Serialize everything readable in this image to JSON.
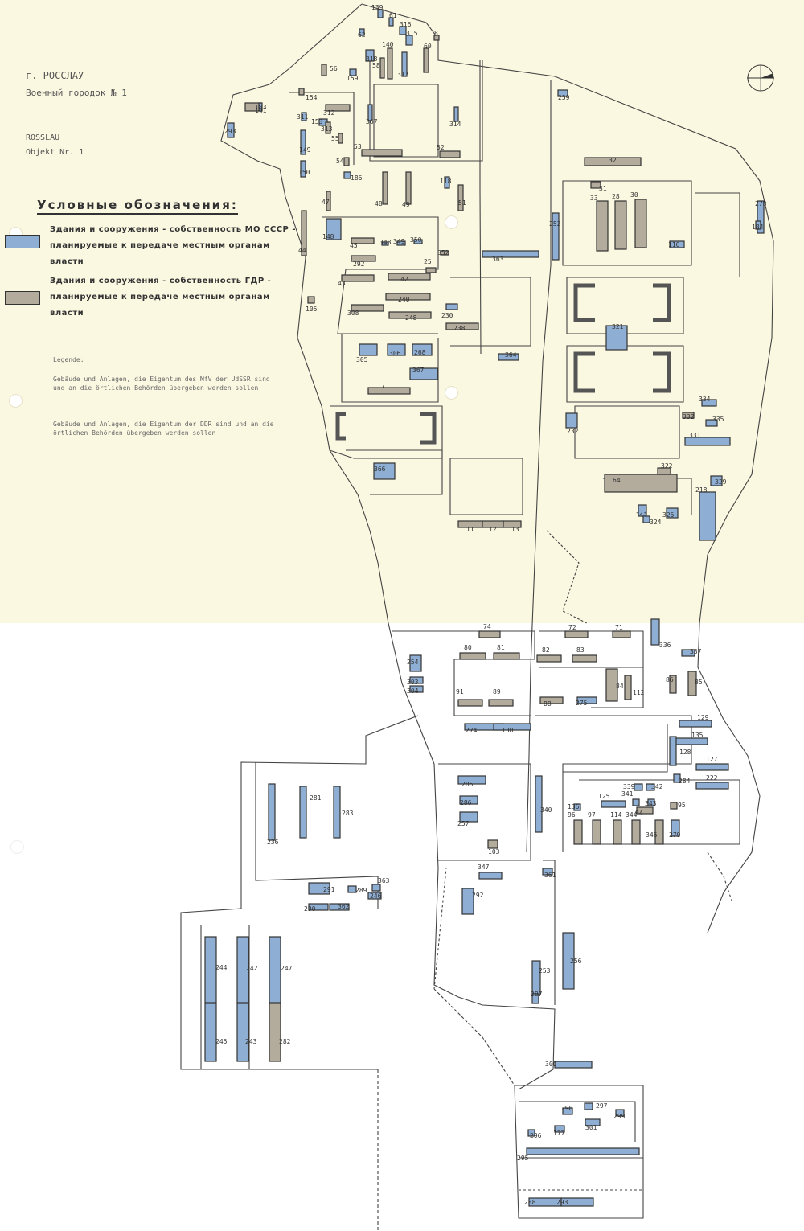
{
  "header": {
    "city_ru": "г. РОССЛАУ",
    "garrison_ru": "Военный городок № 1",
    "city_de": "ROSSLAU",
    "object_de": "Objekt Nr. 1"
  },
  "legend_ru": {
    "title": "Условные обозначения:",
    "items": [
      {
        "text": "Здания и сооружения - собственность МО СССР - планируемые к передаче местным органам власти",
        "color": "#8faed3"
      },
      {
        "text": "Здания и сооружения - собственность ГДР - планируемые к передаче местным органам власти",
        "color": "#b3ab9c"
      }
    ]
  },
  "legend_de": {
    "title": "Legende:",
    "items": [
      {
        "text": "Gebäude und Anlagen, die Eigentum des MfV der UdSSR sind und an die örtlichen Behörden übergeben werden sollen",
        "color": "#8faed3"
      },
      {
        "text": "Gebäude und Anlagen, die Eigentum der DDR sind und an die örtlichen Behörden übergeben werden sollen",
        "color": "#b3ab9c"
      }
    ]
  },
  "colors": {
    "paper_top": "#fbf8e1",
    "paper_bottom": "#ffffff",
    "soviet_blue": "#8faed3",
    "gdr_grey": "#b3ab9c",
    "ink": "#333333"
  },
  "buildings": [
    {
      "label": "139",
      "owner": "soviet"
    },
    {
      "label": "62",
      "owner": "soviet"
    },
    {
      "label": "61",
      "owner": "soviet"
    },
    {
      "label": "316",
      "owner": "soviet"
    },
    {
      "label": "315",
      "owner": "soviet"
    },
    {
      "label": "140",
      "owner": "gdr"
    },
    {
      "label": "60",
      "owner": "gdr"
    },
    {
      "label": "8",
      "owner": "gdr"
    },
    {
      "label": "318",
      "owner": "soviet"
    },
    {
      "label": "58",
      "owner": "gdr"
    },
    {
      "label": "56",
      "owner": "gdr"
    },
    {
      "label": "159",
      "owner": "soviet"
    },
    {
      "label": "317",
      "owner": "soviet"
    },
    {
      "label": "259",
      "owner": "soviet"
    },
    {
      "label": "141",
      "owner": "gdr"
    },
    {
      "label": "293",
      "owner": "soviet"
    },
    {
      "label": "183",
      "owner": "soviet"
    },
    {
      "label": "154",
      "owner": "gdr"
    },
    {
      "label": "311",
      "owner": "soviet"
    },
    {
      "label": "153",
      "owner": "soviet"
    },
    {
      "label": "312",
      "owner": "gdr"
    },
    {
      "label": "313",
      "owner": "gdr"
    },
    {
      "label": "55",
      "owner": "gdr"
    },
    {
      "label": "367",
      "owner": "soviet"
    },
    {
      "label": "314",
      "owner": "soviet"
    },
    {
      "label": "149",
      "owner": "soviet"
    },
    {
      "label": "150",
      "owner": "soviet"
    },
    {
      "label": "53",
      "owner": "gdr"
    },
    {
      "label": "54",
      "owner": "gdr"
    },
    {
      "label": "186",
      "owner": "soviet"
    },
    {
      "label": "118",
      "owner": "soviet"
    },
    {
      "label": "52",
      "owner": "gdr"
    },
    {
      "label": "51",
      "owner": "gdr"
    },
    {
      "label": "47",
      "owner": "gdr"
    },
    {
      "label": "48",
      "owner": "gdr"
    },
    {
      "label": "49",
      "owner": "gdr"
    },
    {
      "label": "32",
      "owner": "gdr"
    },
    {
      "label": "31",
      "owner": "gdr"
    },
    {
      "label": "278",
      "owner": "soviet"
    },
    {
      "label": "184",
      "owner": "soviet"
    },
    {
      "label": "148",
      "owner": "soviet"
    },
    {
      "label": "44",
      "owner": "gdr"
    },
    {
      "label": "45",
      "owner": "gdr"
    },
    {
      "label": "348",
      "owner": "soviet"
    },
    {
      "label": "349",
      "owner": "soviet"
    },
    {
      "label": "350",
      "owner": "soviet"
    },
    {
      "label": "292",
      "owner": "gdr"
    },
    {
      "label": "43",
      "owner": "gdr"
    },
    {
      "label": "42",
      "owner": "gdr"
    },
    {
      "label": "25",
      "owner": "gdr"
    },
    {
      "label": "352",
      "owner": "gdr"
    },
    {
      "label": "33",
      "owner": "gdr"
    },
    {
      "label": "28",
      "owner": "gdr"
    },
    {
      "label": "30",
      "owner": "gdr"
    },
    {
      "label": "116",
      "owner": "soviet"
    },
    {
      "label": "363",
      "owner": "soviet"
    },
    {
      "label": "252",
      "owner": "soviet"
    },
    {
      "label": "105",
      "owner": "gdr"
    },
    {
      "label": "308",
      "owner": "gdr"
    },
    {
      "label": "240",
      "owner": "gdr"
    },
    {
      "label": "248",
      "owner": "gdr"
    },
    {
      "label": "230",
      "owner": "soviet"
    },
    {
      "label": "238",
      "owner": "gdr"
    },
    {
      "label": "321",
      "owner": "soviet"
    },
    {
      "label": "305",
      "owner": "soviet"
    },
    {
      "label": "306",
      "owner": "soviet"
    },
    {
      "label": "268",
      "owner": "soviet"
    },
    {
      "label": "367",
      "owner": "soviet"
    },
    {
      "label": "364",
      "owner": "soviet"
    },
    {
      "label": "334",
      "owner": "soviet"
    },
    {
      "label": "332",
      "owner": "gdr"
    },
    {
      "label": "331",
      "owner": "soviet"
    },
    {
      "label": "335",
      "owner": "soviet"
    },
    {
      "label": "7",
      "owner": "gdr"
    },
    {
      "label": "232",
      "owner": "soviet"
    },
    {
      "label": "366",
      "owner": "soviet"
    },
    {
      "label": "64",
      "owner": "gdr"
    },
    {
      "label": "322",
      "owner": "gdr"
    },
    {
      "label": "323",
      "owner": "soviet"
    },
    {
      "label": "324",
      "owner": "soviet"
    },
    {
      "label": "325",
      "owner": "soviet"
    },
    {
      "label": "329",
      "owner": "soviet"
    },
    {
      "label": "218",
      "owner": "soviet"
    },
    {
      "label": "11",
      "owner": "gdr"
    },
    {
      "label": "12",
      "owner": "gdr"
    },
    {
      "label": "13",
      "owner": "gdr"
    },
    {
      "label": "74",
      "owner": "gdr"
    },
    {
      "label": "72",
      "owner": "gdr"
    },
    {
      "label": "71",
      "owner": "gdr"
    },
    {
      "label": "80",
      "owner": "gdr"
    },
    {
      "label": "81",
      "owner": "gdr"
    },
    {
      "label": "82",
      "owner": "gdr"
    },
    {
      "label": "83",
      "owner": "gdr"
    },
    {
      "label": "336",
      "owner": "soviet"
    },
    {
      "label": "337",
      "owner": "soviet"
    },
    {
      "label": "254",
      "owner": "soviet"
    },
    {
      "label": "303",
      "owner": "soviet"
    },
    {
      "label": "304",
      "owner": "soviet"
    },
    {
      "label": "84",
      "owner": "gdr"
    },
    {
      "label": "86",
      "owner": "gdr"
    },
    {
      "label": "85",
      "owner": "gdr"
    },
    {
      "label": "112",
      "owner": "gdr"
    },
    {
      "label": "91",
      "owner": "gdr"
    },
    {
      "label": "89",
      "owner": "gdr"
    },
    {
      "label": "88",
      "owner": "gdr"
    },
    {
      "label": "275",
      "owner": "soviet"
    },
    {
      "label": "274",
      "owner": "soviet"
    },
    {
      "label": "130",
      "owner": "soviet"
    },
    {
      "label": "129",
      "owner": "soviet"
    },
    {
      "label": "135",
      "owner": "soviet"
    },
    {
      "label": "128",
      "owner": "soviet"
    },
    {
      "label": "127",
      "owner": "soviet"
    },
    {
      "label": "222",
      "owner": "soviet"
    },
    {
      "label": "284",
      "owner": "soviet"
    },
    {
      "label": "285",
      "owner": "soviet"
    },
    {
      "label": "286",
      "owner": "soviet"
    },
    {
      "label": "257",
      "owner": "soviet"
    },
    {
      "label": "103",
      "owner": "gdr"
    },
    {
      "label": "340",
      "owner": "soviet"
    },
    {
      "label": "339",
      "owner": "soviet"
    },
    {
      "label": "342",
      "owner": "soviet"
    },
    {
      "label": "341",
      "owner": "soviet"
    },
    {
      "label": "343",
      "owner": "soviet"
    },
    {
      "label": "94",
      "owner": "gdr"
    },
    {
      "label": "125",
      "owner": "soviet"
    },
    {
      "label": "136",
      "owner": "soviet"
    },
    {
      "label": "95",
      "owner": "gdr"
    },
    {
      "label": "96",
      "owner": "gdr"
    },
    {
      "label": "97",
      "owner": "gdr"
    },
    {
      "label": "114",
      "owner": "gdr"
    },
    {
      "label": "344",
      "owner": "gdr"
    },
    {
      "label": "346",
      "owner": "gdr"
    },
    {
      "label": "279",
      "owner": "soviet"
    },
    {
      "label": "281",
      "owner": "soviet"
    },
    {
      "label": "283",
      "owner": "soviet"
    },
    {
      "label": "236",
      "owner": "soviet"
    },
    {
      "label": "347",
      "owner": "soviet"
    },
    {
      "label": "361",
      "owner": "soviet"
    },
    {
      "label": "292",
      "owner": "soviet"
    },
    {
      "label": "291",
      "owner": "soviet"
    },
    {
      "label": "290",
      "owner": "soviet"
    },
    {
      "label": "362",
      "owner": "soviet"
    },
    {
      "label": "289",
      "owner": "soviet"
    },
    {
      "label": "363",
      "owner": "soviet"
    },
    {
      "label": "246",
      "owner": "soviet"
    },
    {
      "label": "244",
      "owner": "soviet"
    },
    {
      "label": "242",
      "owner": "soviet"
    },
    {
      "label": "247",
      "owner": "soviet"
    },
    {
      "label": "245",
      "owner": "soviet"
    },
    {
      "label": "243",
      "owner": "soviet"
    },
    {
      "label": "282",
      "owner": "gdr"
    },
    {
      "label": "256",
      "owner": "soviet"
    },
    {
      "label": "253",
      "owner": "soviet"
    },
    {
      "label": "287",
      "owner": "soviet"
    },
    {
      "label": "300",
      "owner": "soviet"
    },
    {
      "label": "298",
      "owner": "soviet"
    },
    {
      "label": "297",
      "owner": "soviet"
    },
    {
      "label": "299",
      "owner": "soviet"
    },
    {
      "label": "301",
      "owner": "soviet"
    },
    {
      "label": "177",
      "owner": "soviet"
    },
    {
      "label": "296",
      "owner": "soviet"
    },
    {
      "label": "295",
      "owner": "soviet"
    },
    {
      "label": "288",
      "owner": "soviet"
    },
    {
      "label": "293",
      "owner": "soviet"
    }
  ]
}
